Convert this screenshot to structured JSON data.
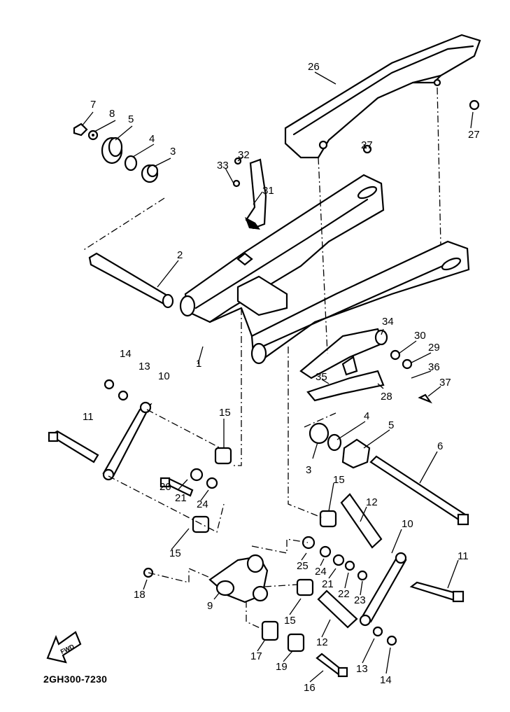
{
  "diagram": {
    "type": "exploded parts diagram",
    "part_numbers": [
      "26",
      "27",
      "27",
      "7",
      "8",
      "5",
      "4",
      "3",
      "32",
      "33",
      "31",
      "2",
      "1",
      "34",
      "30",
      "29",
      "36",
      "37",
      "35",
      "28",
      "14",
      "13",
      "10",
      "11",
      "15",
      "4",
      "5",
      "6",
      "3",
      "20",
      "21",
      "24",
      "15",
      "12",
      "10",
      "11",
      "15",
      "25",
      "24",
      "21",
      "22",
      "23",
      "18",
      "9",
      "15",
      "12",
      "17",
      "19",
      "13",
      "14",
      "16"
    ],
    "fwd_arrow_label": "FWD",
    "drawing_code": "2GH300-7230"
  }
}
